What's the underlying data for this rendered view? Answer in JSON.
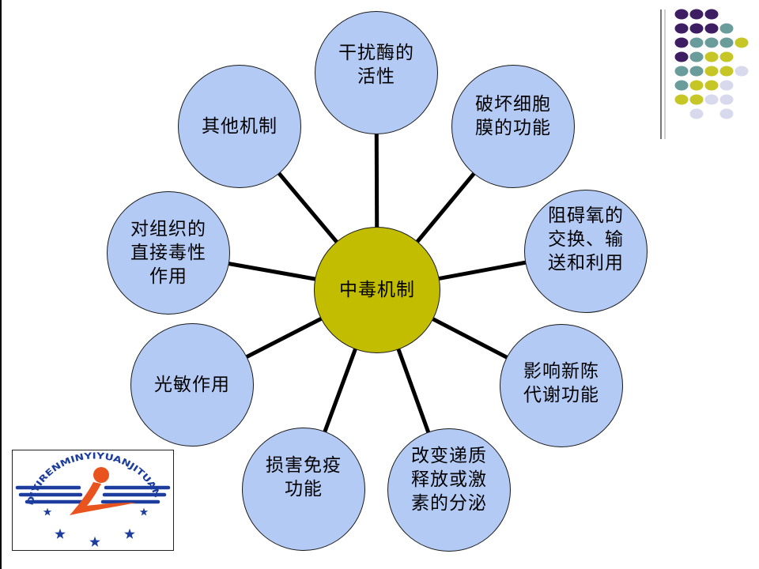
{
  "diagram": {
    "center": {
      "label": "中毒机制"
    },
    "nodes": [
      {
        "lines": [
          "干扰酶的",
          "活性"
        ]
      },
      {
        "lines": [
          "破坏细胞",
          "膜的功能"
        ]
      },
      {
        "lines": [
          "阻碍氧的",
          "交换、输",
          "送和利用"
        ]
      },
      {
        "lines": [
          "影响新陈",
          "代谢功能"
        ]
      },
      {
        "lines": [
          "改变递质",
          "释放或激",
          "素的分泌"
        ]
      },
      {
        "lines": [
          "损害免疫",
          "功能"
        ]
      },
      {
        "lines": [
          "光敏作用"
        ]
      },
      {
        "lines": [
          "对组织的",
          "直接毒性",
          "作用"
        ]
      },
      {
        "lines": [
          "其他机制"
        ]
      }
    ]
  },
  "logo": {
    "arc_text": "DIYIRENMINYIYUANJITUAN"
  },
  "colors": {
    "node_fill": "#B3CAF5",
    "center_fill": "#C3BD00",
    "connector": "#000000",
    "dot_purple": "#3E1E62",
    "dot_teal": "#6B9C9C",
    "dot_yellow": "#C6C726",
    "dot_lavender": "#D9D9EE",
    "logo_blue": "#1C3D9E",
    "logo_orange": "#E9531D"
  }
}
